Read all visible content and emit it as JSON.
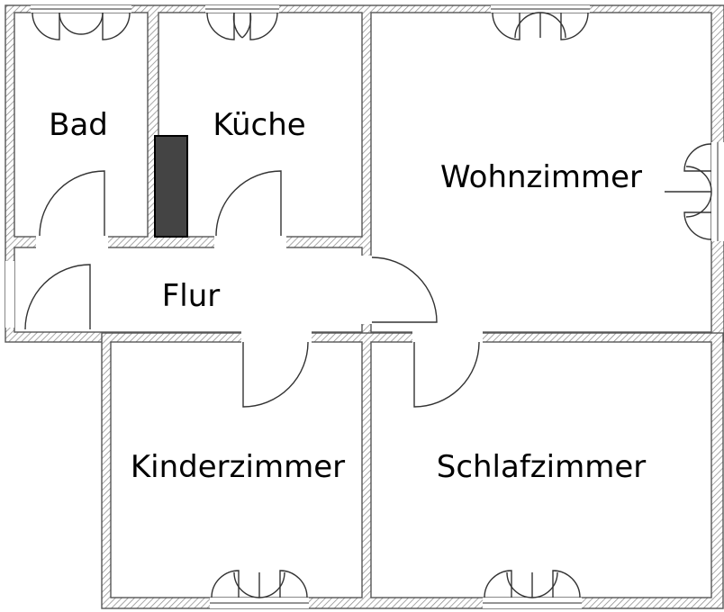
{
  "rooms": {
    "bad": "Bad",
    "kueche": "Küche",
    "wohnzimmer": "Wohnzimmer",
    "flur": "Flur",
    "kinderzimmer": "Kinderzimmer",
    "schlafzimmer": "Schlafzimmer"
  },
  "colors": {
    "wall_hatch": "#8a8a8a",
    "chimney": "#444444",
    "background": "#ffffff"
  }
}
